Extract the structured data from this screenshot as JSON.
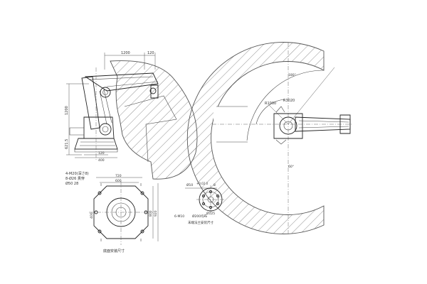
{
  "drawing": {
    "side_view": {
      "dim_top_1": "1200",
      "dim_top_2": "120",
      "dim_vertical": "1200",
      "dim_base_height": "621.5",
      "dim_base_1": "120",
      "dim_base_2": "400"
    },
    "plan_view": {
      "radius_inner": "R1000",
      "radius_outer": "R3020",
      "angle_top": "180°",
      "angle_bottom": "60°"
    },
    "base_view": {
      "note_bolts": "4-M20(深さ8)",
      "note_holes": "8-Ø26 貫穿",
      "note_pcd": "Ø50 28",
      "dim_top": "720",
      "dim_top_2": "600",
      "dim_side_1": "800",
      "dim_side_2": "920",
      "dim_bottom": "400",
      "caption": "底面安装尺寸"
    },
    "flange_view": {
      "dim_small": "Ø10",
      "dim_tol": "+0.02 0",
      "dim_h": "8",
      "dim_diameter": "Ø125",
      "note_bolts": "6-M10",
      "note_depth": "Ø200均布",
      "caption": "末端法兰安装尺寸"
    }
  }
}
